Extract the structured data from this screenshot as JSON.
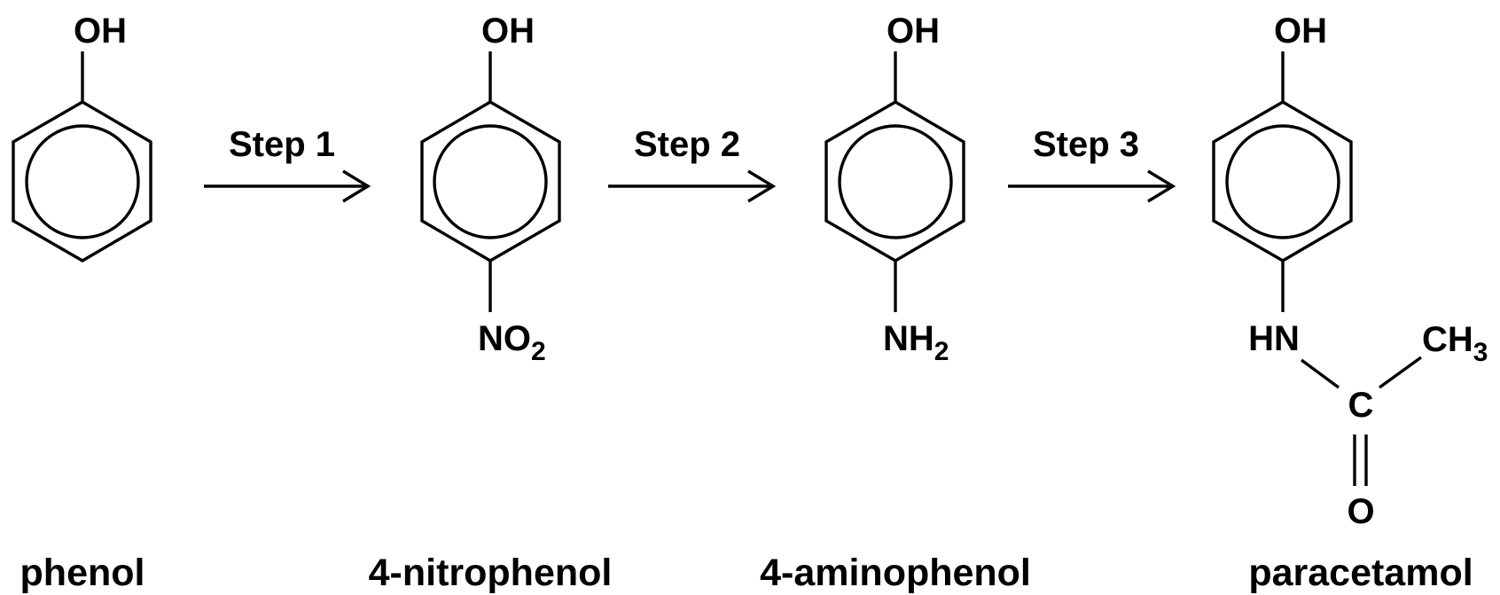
{
  "colors": {
    "ink": "#000000",
    "background": "#ffffff"
  },
  "molecules": [
    {
      "name": "phenol",
      "top_group": "OH",
      "bottom_group": ""
    },
    {
      "name": "4-nitrophenol",
      "top_group": "OH",
      "bottom_group": {
        "main": "NO",
        "subscript": "2"
      }
    },
    {
      "name": "4-aminophenol",
      "top_group": "OH",
      "bottom_group": {
        "main": "NH",
        "subscript": "2"
      }
    },
    {
      "name": "paracetamol",
      "top_group": "OH",
      "bottom_group": {
        "amide_n": "HN",
        "carbonyl_c": "C",
        "carbonyl_o": "O",
        "methyl": "CH",
        "methyl_subscript": "3"
      }
    }
  ],
  "steps": [
    {
      "label": "Step 1"
    },
    {
      "label": "Step 2"
    },
    {
      "label": "Step 3"
    }
  ]
}
